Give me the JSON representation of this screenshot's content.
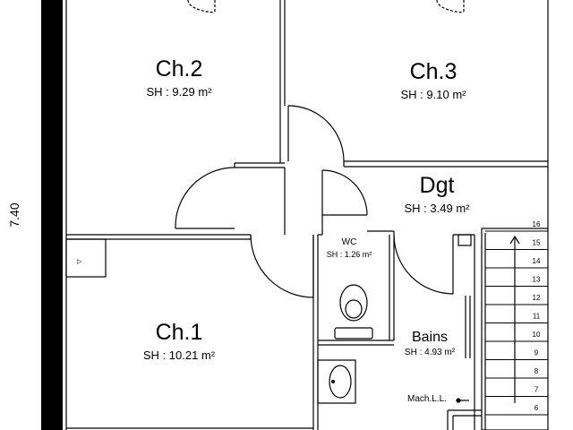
{
  "plan": {
    "dimension_label": "7.40",
    "rooms": [
      {
        "id": "ch2",
        "name": "Ch.2",
        "area": "SH : 9.29 m²"
      },
      {
        "id": "ch3",
        "name": "Ch.3",
        "area": "SH : 9.10 m²"
      },
      {
        "id": "dgt",
        "name": "Dgt",
        "area": "SH : 3.49 m²"
      },
      {
        "id": "wc",
        "name": "WC",
        "area": "SH : 1.26 m²"
      },
      {
        "id": "ch1",
        "name": "Ch.1",
        "area": "SH : 10.21 m²"
      },
      {
        "id": "bains",
        "name": "Bains",
        "area": "SH : 4.93 m²"
      }
    ],
    "stair_steps": [
      "16",
      "15",
      "14",
      "13",
      "12",
      "11",
      "10",
      "9",
      "8",
      "7",
      "6"
    ],
    "appliance_label": "Mach.L.L."
  }
}
